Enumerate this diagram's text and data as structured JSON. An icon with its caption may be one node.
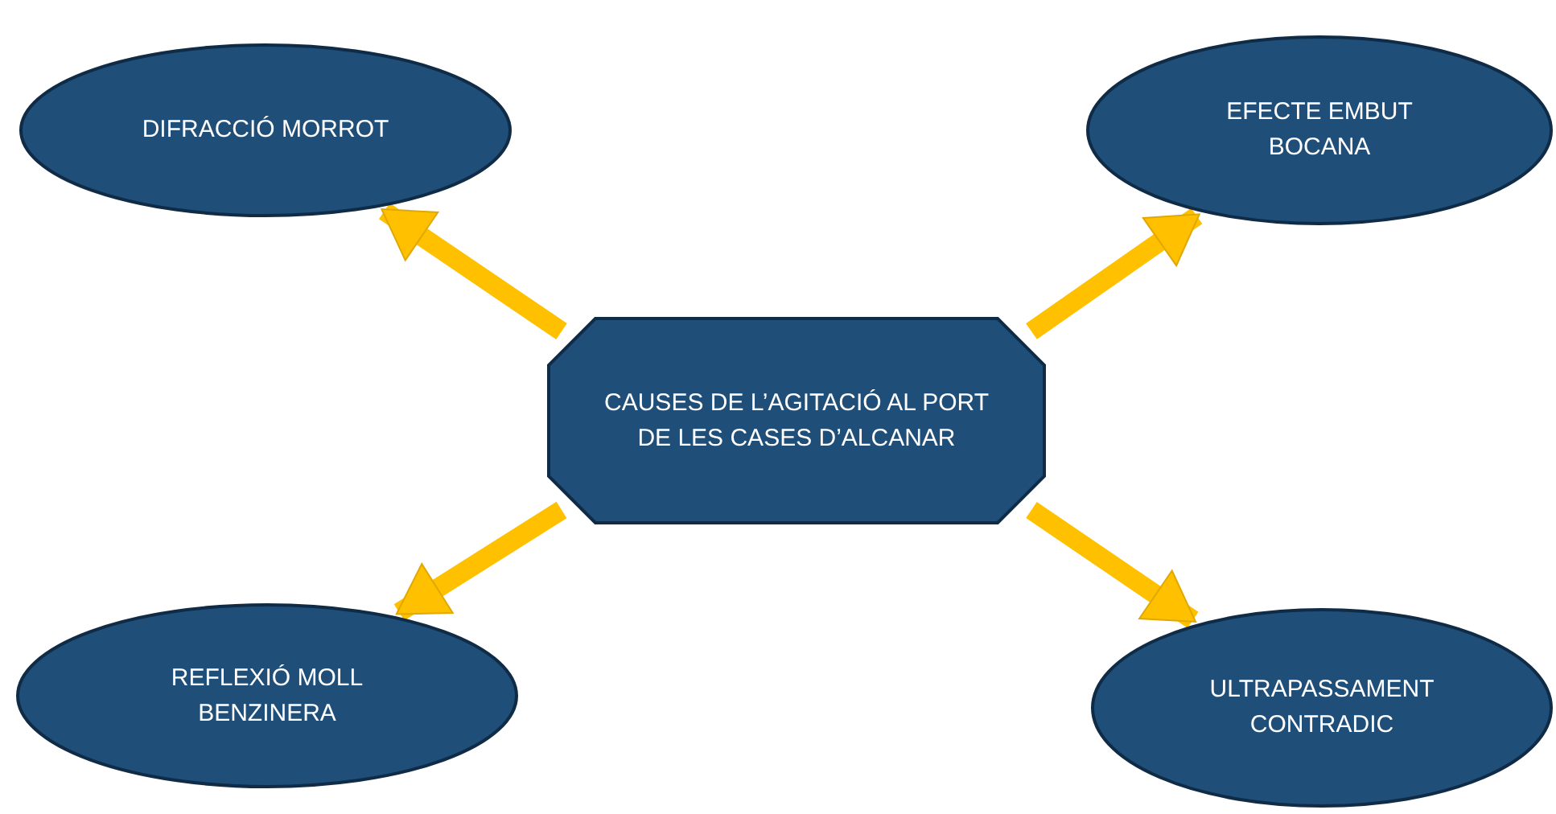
{
  "diagram": {
    "nodes": [
      {
        "text": [
          "DIFRACCIÓ MORROT"
        ]
      },
      {
        "text": [
          "EFECTE EMBUT BOCANA"
        ]
      },
      {
        "text": [
          "CAUSES DE L’AGITACIÓ AL PORT DE LES CASES D’ALCANAR"
        ]
      },
      {
        "text": [
          "REFLEXIÓ MOLL BENZINERA"
        ]
      },
      {
        "text": [
          "ULTRAPASSAMENT CONTRADIC"
        ]
      }
    ],
    "edges": [
      {
        "from": 2,
        "to": 0,
        "arrow": "to"
      },
      {
        "from": 2,
        "to": 1,
        "arrow": "to"
      },
      {
        "from": 2,
        "to": 3,
        "arrow": "to"
      },
      {
        "from": 2,
        "to": 4,
        "arrow": "to"
      }
    ]
  }
}
